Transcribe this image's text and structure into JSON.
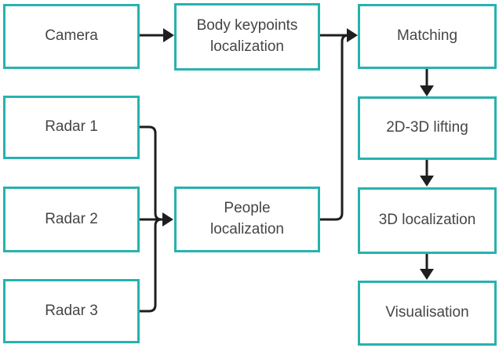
{
  "diagram": {
    "type": "flowchart",
    "colors": {
      "background": "#ffffff",
      "box_border": "#27b2ae",
      "box_fill": "#ffffff",
      "arrow": "#1e1e1e",
      "text": "#454545"
    },
    "nodes": [
      {
        "id": "camera",
        "label": "Camera"
      },
      {
        "id": "radar-1",
        "label": "Radar 1"
      },
      {
        "id": "radar-2",
        "label": "Radar 2"
      },
      {
        "id": "radar-3",
        "label": "Radar 3"
      },
      {
        "id": "body-keypoints",
        "label": "Body keypoints localization"
      },
      {
        "id": "people-localization",
        "label": "People localization"
      },
      {
        "id": "matching",
        "label": "Matching"
      },
      {
        "id": "lifting-2d-3d",
        "label": "2D-3D lifting"
      },
      {
        "id": "localization-3d",
        "label": "3D localization"
      },
      {
        "id": "visualisation",
        "label": "Visualisation"
      }
    ],
    "edges": [
      {
        "from": "camera",
        "to": "body-keypoints"
      },
      {
        "from": "body-keypoints",
        "to": "matching"
      },
      {
        "from": "people-localization",
        "to": "matching"
      },
      {
        "from": "radar-1",
        "to": "people-localization"
      },
      {
        "from": "radar-2",
        "to": "people-localization"
      },
      {
        "from": "radar-3",
        "to": "people-localization"
      },
      {
        "from": "matching",
        "to": "lifting-2d-3d"
      },
      {
        "from": "lifting-2d-3d",
        "to": "localization-3d"
      },
      {
        "from": "localization-3d",
        "to": "visualisation"
      }
    ]
  }
}
